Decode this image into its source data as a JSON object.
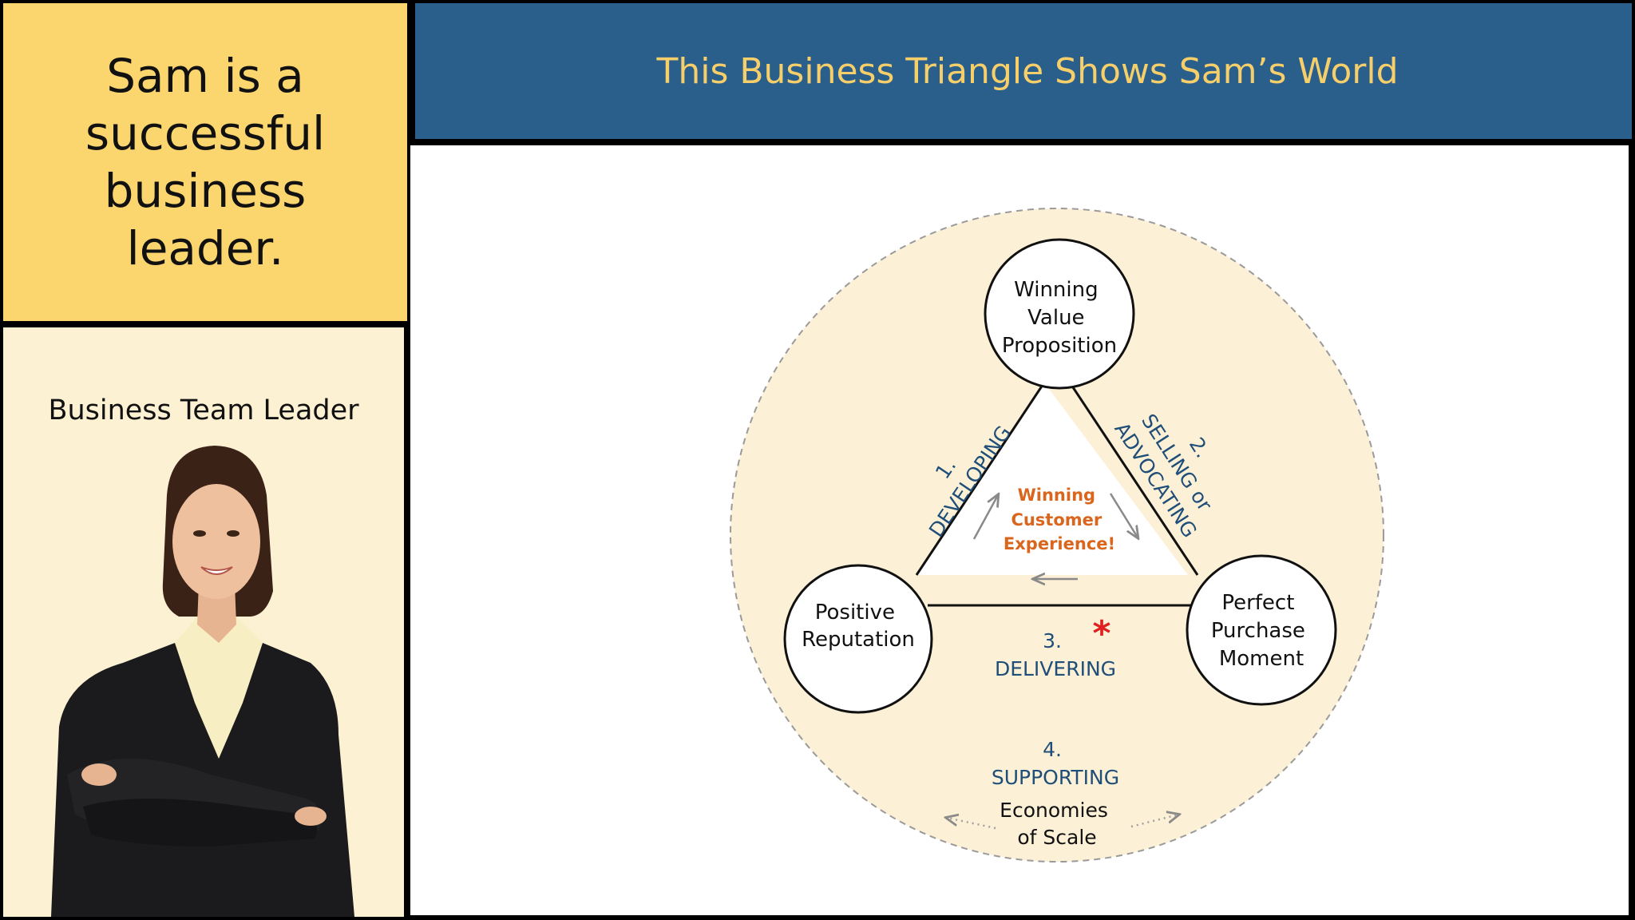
{
  "sidebar": {
    "headline": "Sam is a successful business leader.",
    "role_label": "Business Team Leader"
  },
  "header": {
    "title": "This Business Triangle Shows Sam’s World"
  },
  "diagram": {
    "center_text": [
      "Winning",
      "Customer",
      "Experience!"
    ],
    "nodes": {
      "top": [
        "Winning",
        "Value",
        "Proposition"
      ],
      "left": [
        "Positive",
        "Reputation"
      ],
      "right": [
        "Perfect",
        "Purchase",
        "Moment"
      ]
    },
    "edges": {
      "developing": [
        "1.",
        "DEVELOPING"
      ],
      "selling": [
        "2.",
        "SELLING or",
        "ADVOCATING"
      ],
      "delivering": [
        "3.",
        "DELIVERING"
      ],
      "supporting": [
        "4.",
        "SUPPORTING"
      ]
    },
    "scale_text": [
      "Economies",
      "of Scale"
    ],
    "marker": "*",
    "colors": {
      "circle_fill": "#fcf0d6",
      "center_text": "#d9661c",
      "step_text": "#1f4e79",
      "marker": "#e02020"
    }
  }
}
